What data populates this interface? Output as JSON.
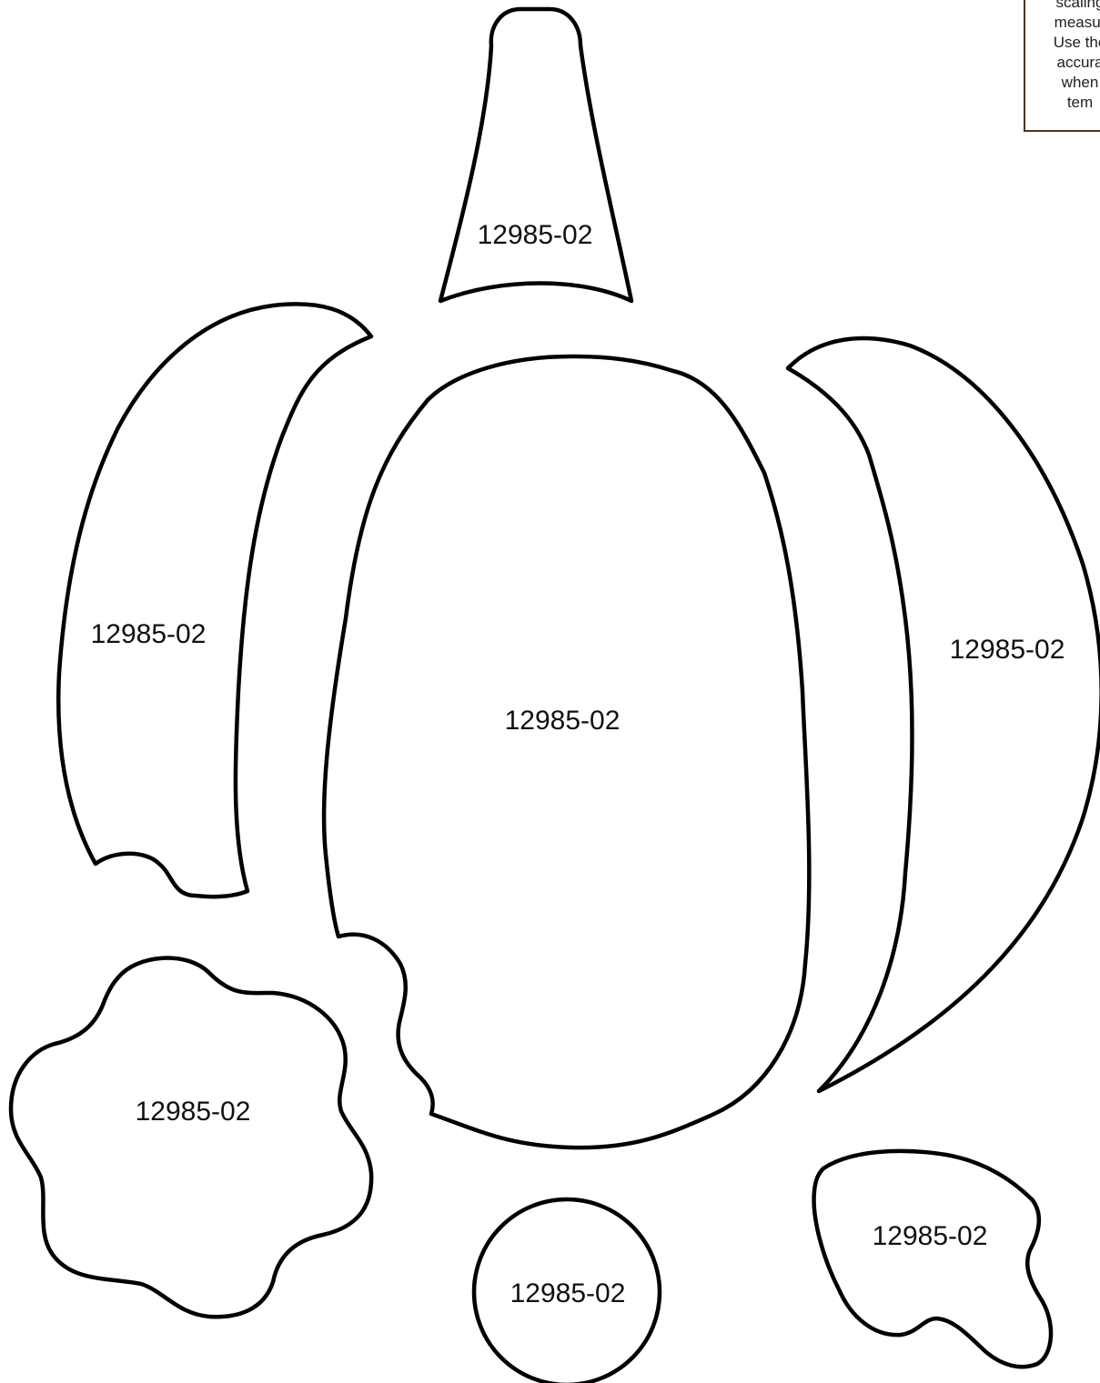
{
  "instructions": {
    "lines": [
      "scaling",
      "measur",
      "Use the",
      "accura",
      "when",
      "tem"
    ],
    "border_color": "#4a3524"
  },
  "pieces": {
    "stem": {
      "label": "12985-02"
    },
    "left_section": {
      "label": "12985-02"
    },
    "center_body": {
      "label": "12985-02"
    },
    "right_section": {
      "label": "12985-02"
    },
    "leaf": {
      "label": "12985-02"
    },
    "circle": {
      "label": "12985-02"
    },
    "small_leaf": {
      "label": "12985-02"
    }
  },
  "colors": {
    "outline": "#000000",
    "fill": "#ffffff"
  }
}
